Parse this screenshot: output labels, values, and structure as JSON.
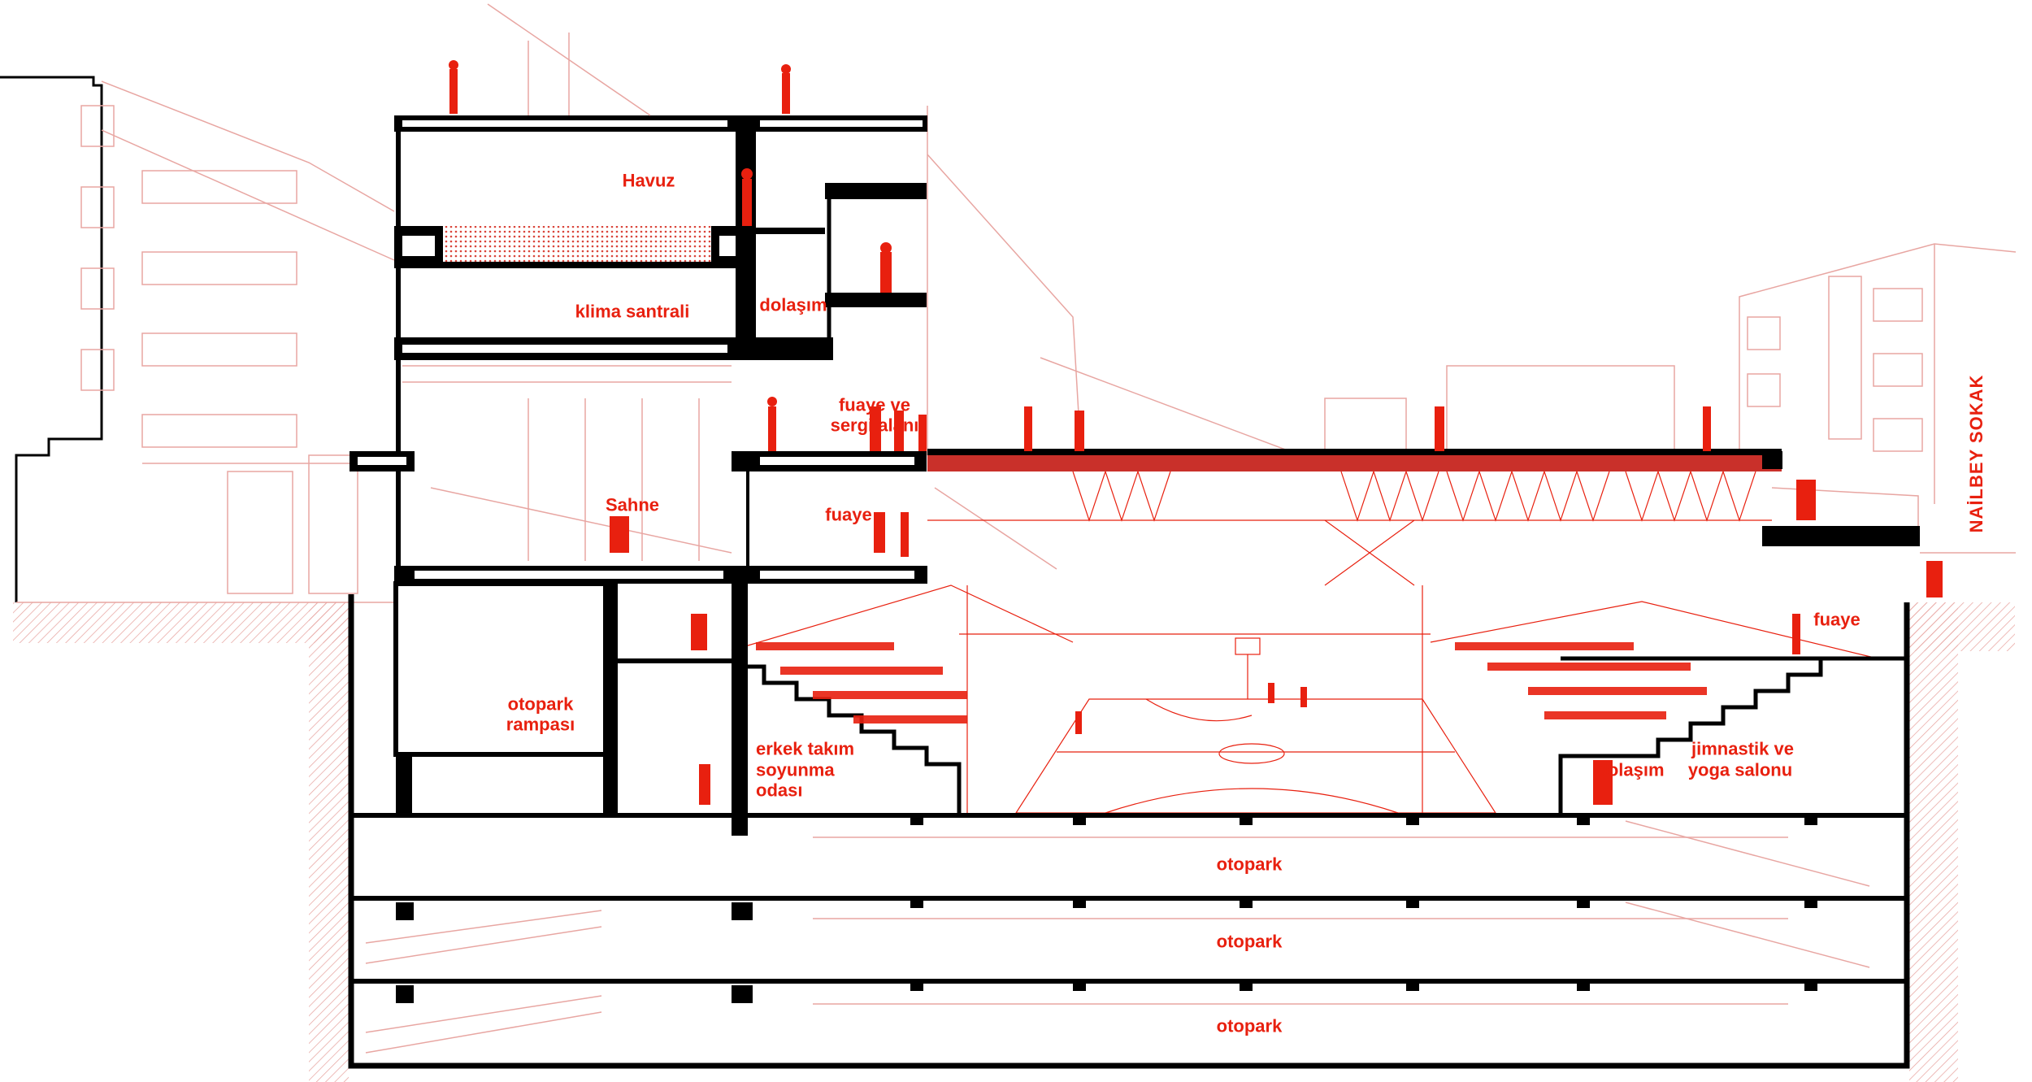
{
  "labels": {
    "havuz": "Havuz",
    "klima": "klima santrali",
    "dolasim_top": "dolaşım",
    "fuaye_sergi_1": "fuaye ve",
    "fuaye_sergi_2": "sergi alanı",
    "sahne": "Sahne",
    "fuaye_mid": "fuaye",
    "otopark_rampa_1": "otopark",
    "otopark_rampa_2": "rampası",
    "soyunma_1": "erkek takım",
    "soyunma_2": "soyunma",
    "soyunma_3": "odası",
    "dolasim_right": "dolaşım",
    "jimnastik_1": "jimnastik ve",
    "jimnastik_2": "yoga salonu",
    "fuaye_right": "fuaye",
    "otopark_1": "otopark",
    "otopark_2": "otopark",
    "otopark_3": "otopark",
    "street": "NAİLBEY SOKAK"
  },
  "colors": {
    "accent": "#e8200f",
    "linework": "#e8a6a2",
    "structure": "#000000"
  }
}
